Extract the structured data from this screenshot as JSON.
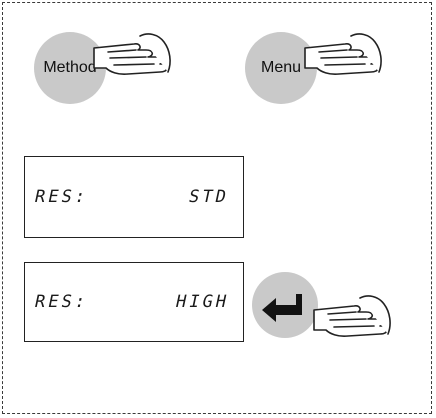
{
  "keys": {
    "method_label": "Method",
    "menu_label": "Menu"
  },
  "displays": [
    {
      "left": "RES:",
      "right": "STD"
    },
    {
      "left": "RES:",
      "right": "HIGH"
    }
  ],
  "icons": {
    "hand": "pointing-hand-icon",
    "enter": "enter-arrow-icon"
  }
}
